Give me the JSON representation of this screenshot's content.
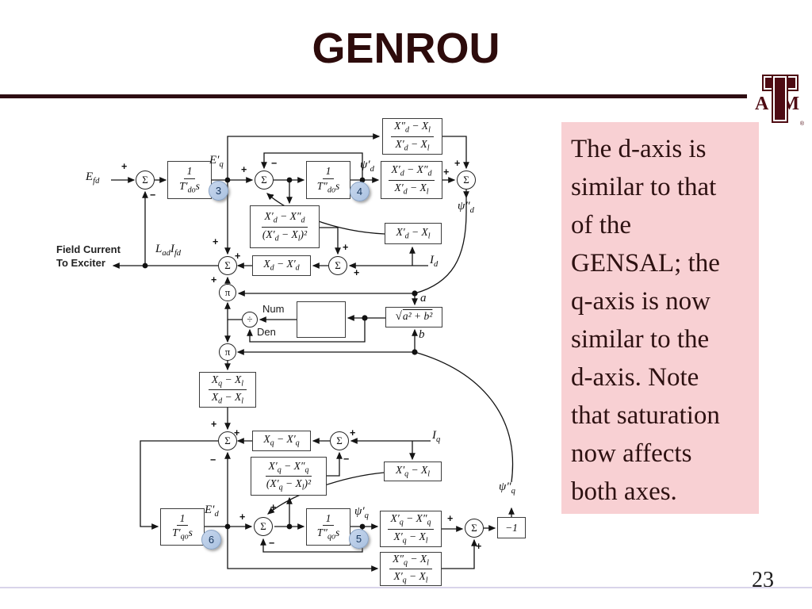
{
  "slide": {
    "title": "GENROU",
    "page_number": "23"
  },
  "logo": {
    "a": "A",
    "m": "M",
    "registered": "®"
  },
  "note_box": {
    "lines": [
      "The d-axis is",
      "similar to that",
      "of the",
      "GENSAL; the",
      "q-axis is now",
      "similar to the",
      "d-axis.  Note",
      "that saturation",
      "now affects",
      "both axes."
    ]
  },
  "diagram": {
    "node_symbols": {
      "sum": "Σ",
      "product": "π",
      "divide": "÷"
    },
    "badges": {
      "n3": "3",
      "n4": "4",
      "n5": "5",
      "n6": "6"
    },
    "labels": {
      "efd": "E<sub>fd</sub>",
      "eq_prime": "E′<sub>q</sub>",
      "psi_d_prime": "ψ′<sub>d</sub>",
      "psi_d_dprime": "ψ″<sub>d</sub>",
      "psi_q_prime": "ψ′<sub>q</sub>",
      "psi_q_dprime": "ψ″<sub>q</sub>",
      "ed_prime": "E′<sub>d</sub>",
      "field_current_line1": "Field Current",
      "field_current_line2": "To Exciter",
      "lad_ifd": "L<sub>ad</sub>I<sub>fd</sub>",
      "i_d": "I<sub>d</sub>",
      "i_q": "I<sub>q</sub>",
      "a": "a",
      "b": "b",
      "num": "Num",
      "den": "Den",
      "plus": "+",
      "minus": "−"
    },
    "blocks": {
      "xdpp_xl_over_xdp_xl": {
        "num": "X″<sub>d</sub> − X<sub>l</sub>",
        "den": "X′<sub>d</sub> − X<sub>l</sub>"
      },
      "one_over_tdop_s": {
        "num": "1",
        "den": "T′<sub>do</sub>s"
      },
      "one_over_tdopp_s": {
        "num": "1",
        "den": "T″<sub>do</sub>s"
      },
      "xdp_xdpp_over_xdp_xl": {
        "num": "X′<sub>d</sub> − X″<sub>d</sub>",
        "den": "X′<sub>d</sub> − X<sub>l</sub>"
      },
      "xdp_xdpp_over_sq": {
        "num": "X′<sub>d</sub> − X″<sub>d</sub>",
        "den": "(X′<sub>d</sub> − X<sub>l</sub>)²"
      },
      "xd_minus_xdp": {
        "text": "X<sub>d</sub> − X′<sub>d</sub>"
      },
      "xdp_minus_xl": {
        "text": "X′<sub>d</sub> − X<sub>l</sub>"
      },
      "sqrt_a2_b2": {
        "sign": "√",
        "arg": "a² + b²"
      },
      "xq_xl_over_xd_xl": {
        "num": "X<sub>q</sub> − X<sub>l</sub>",
        "den": "X<sub>d</sub> − X<sub>l</sub>"
      },
      "xq_minus_xqp": {
        "text": "X<sub>q</sub> − X′<sub>q</sub>"
      },
      "xqp_xqpp_over_sq": {
        "num": "X′<sub>q</sub> − X″<sub>q</sub>",
        "den": "(X′<sub>q</sub> − X<sub>l</sub>)²"
      },
      "xqp_minus_xl": {
        "text": "X′<sub>q</sub> − X<sub>l</sub>"
      },
      "one_over_tqop_s": {
        "num": "1",
        "den": "T′<sub>qo</sub>s"
      },
      "one_over_tqopp_s": {
        "num": "1",
        "den": "T″<sub>qo</sub>s"
      },
      "xqp_xqpp_over_xqp_xl": {
        "num": "X′<sub>q</sub> − X″<sub>q</sub>",
        "den": "X′<sub>q</sub> − X<sub>l</sub>"
      },
      "xqpp_xl_over_xqp_xl": {
        "num": "X″<sub>q</sub> − X<sub>l</sub>",
        "den": "X′<sub>q</sub> − X<sub>l</sub>"
      },
      "neg_one": {
        "text": "−1"
      }
    }
  }
}
